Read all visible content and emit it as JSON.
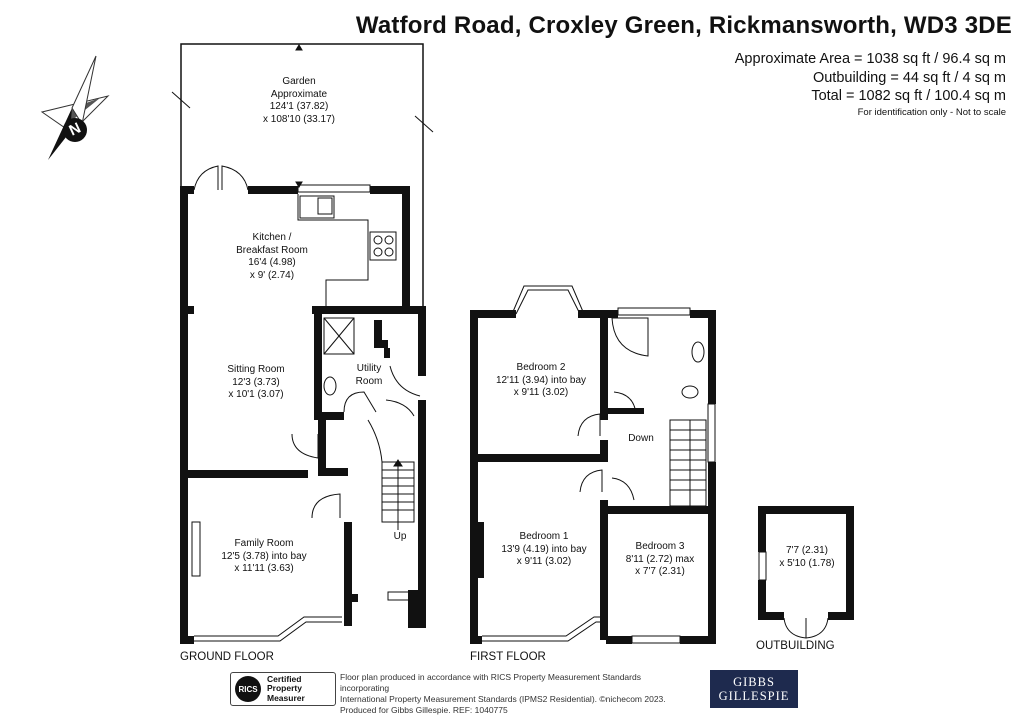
{
  "header": {
    "title": "Watford Road, Croxley Green, Rickmansworth, WD3 3DE",
    "area_main": "Approximate Area = 1038 sq ft / 96.4 sq m",
    "area_outbuilding": "Outbuilding = 44 sq ft / 4 sq m",
    "area_total": "Total = 1082 sq ft / 100.4 sq m",
    "note": "For identification only - Not to scale"
  },
  "compass": {
    "icon": "north-compass-icon",
    "letter": "N"
  },
  "ground_floor": {
    "label": "GROUND FLOOR",
    "garden": "Garden\nApproximate\n124'1 (37.82)\nx 108'10 (33.17)",
    "kitchen": "Kitchen /\nBreakfast Room\n16'4 (4.98)\nx 9' (2.74)",
    "sitting": "Sitting Room\n12'3 (3.73)\nx 10'1 (3.07)",
    "utility": "Utility\nRoom",
    "family": "Family Room\n12'5 (3.78) into bay\nx 11'11 (3.63)",
    "up": "Up"
  },
  "first_floor": {
    "label": "FIRST FLOOR",
    "bedroom2": "Bedroom 2\n12'11 (3.94) into bay\nx 9'11 (3.02)",
    "bedroom1": "Bedroom 1\n13'9 (4.19) into bay\nx 9'11 (3.02)",
    "bedroom3": "Bedroom 3\n8'11 (2.72) max\nx 7'7 (2.31)",
    "down": "Down"
  },
  "outbuilding": {
    "label": "OUTBUILDING",
    "dims": "7'7 (2.31)\nx 5'10 (1.78)"
  },
  "footer": {
    "rics_logo": "RICS",
    "rics_text": "Certified\nProperty\nMeasurer",
    "line1": "Floor plan produced in accordance with RICS Property Measurement Standards incorporating",
    "line2": "International Property Measurement Standards (IPMS2 Residential). ©nichecom 2023.",
    "line3": "Produced for Gibbs Gillespie.   REF: 1040775",
    "brand_line1": "GIBBS",
    "brand_line2": "GILLESPIE"
  }
}
